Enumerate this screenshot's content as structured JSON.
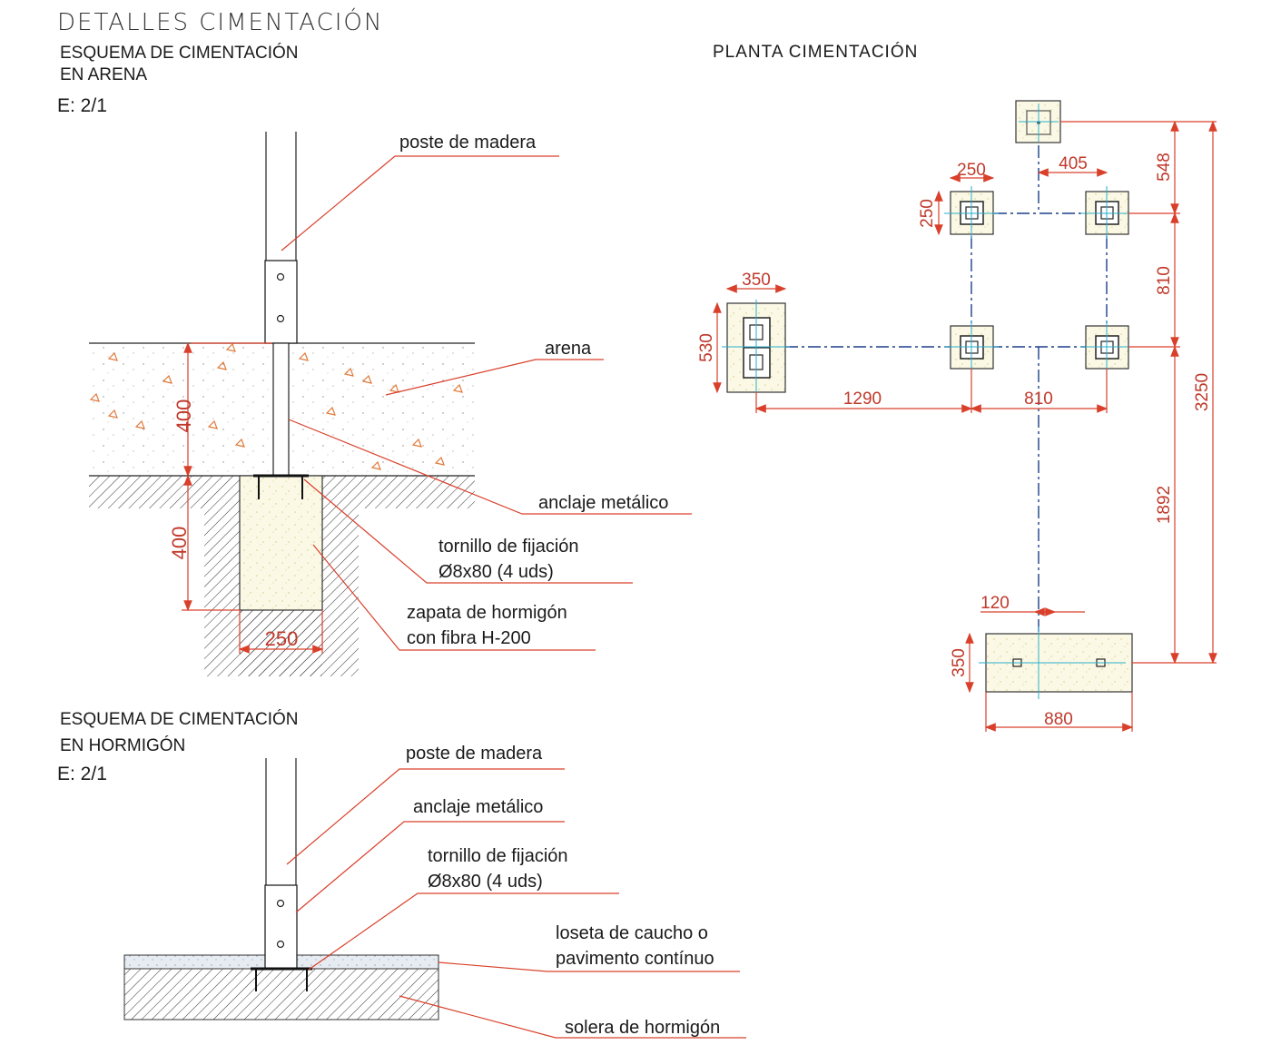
{
  "header": {
    "title": "DETALLES CIMENTACIÓN",
    "plan_title": "PLANTA CIMENTACIÓN"
  },
  "sand_detail": {
    "title_line1": "ESQUEMA DE CIMENTACIÓN",
    "title_line2": "EN ARENA",
    "scale": "E: 2/1",
    "labels": {
      "post": "poste de madera",
      "sand": "arena",
      "anchor": "anclaje metálico",
      "screw_line1": "tornillo de fijación",
      "screw_line2": "Ø8x80 (4 uds)",
      "footing_line1": "zapata de hormigón",
      "footing_line2": "con fibra H-200"
    },
    "dims": {
      "sand_depth": "400",
      "footing_depth": "400",
      "footing_width": "250"
    }
  },
  "concrete_detail": {
    "title_line1": "ESQUEMA DE CIMENTACIÓN",
    "title_line2": "EN HORMIGÓN",
    "scale": "E: 2/1",
    "labels": {
      "post": "poste de madera",
      "anchor": "anclaje metálico",
      "screw_line1": "tornillo de fijación",
      "screw_line2": "Ø8x80 (4 uds)",
      "tile_line1": "loseta de caucho o",
      "tile_line2": "pavimento contínuo",
      "slab": "solera de hormigón"
    }
  },
  "plan": {
    "dims": {
      "footing_w": "250",
      "footing_h": "250",
      "offset_top": "405",
      "left_w": "350",
      "left_h": "530",
      "span_left": "1290",
      "span_mid": "810",
      "v_548": "548",
      "v_810": "810",
      "v_3250": "3250",
      "v_1892": "1892",
      "bottom_120": "120",
      "bottom_h": "350",
      "bottom_w": "880"
    }
  },
  "colors": {
    "dimension": "#d9402b",
    "axis": "#1d3f8a",
    "center": "#2aaecb"
  }
}
